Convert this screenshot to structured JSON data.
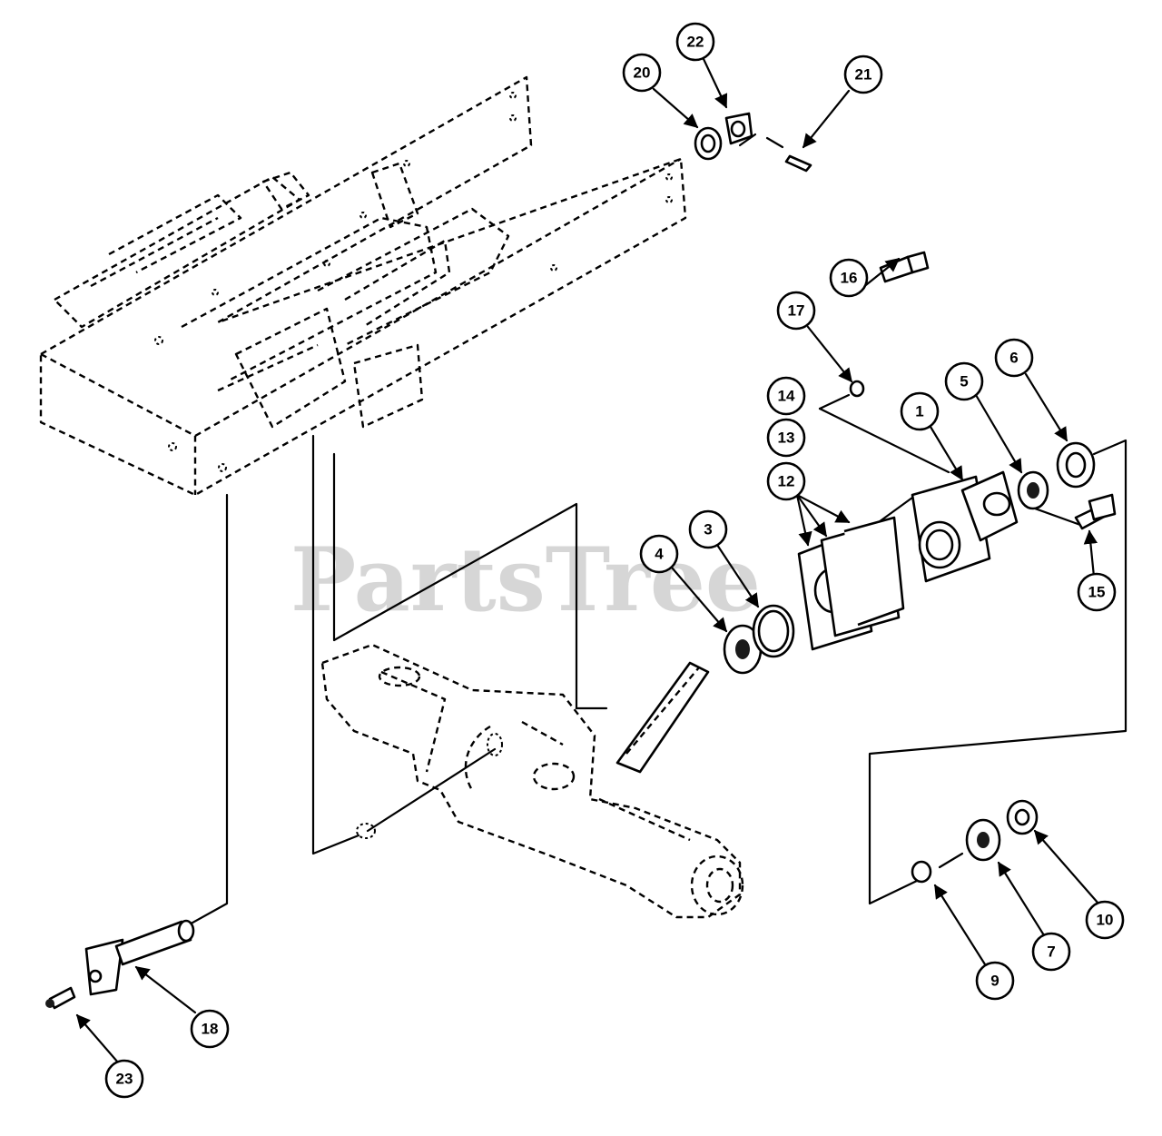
{
  "watermark": "PartsTree",
  "callouts": {
    "c1": "1",
    "c3": "3",
    "c4": "4",
    "c5": "5",
    "c6": "6",
    "c7": "7",
    "c9": "9",
    "c10": "10",
    "c12": "12",
    "c13": "13",
    "c14": "14",
    "c15": "15",
    "c16": "16",
    "c17": "17",
    "c18": "18",
    "c20": "20",
    "c21": "21",
    "c22": "22",
    "c23": "23"
  }
}
